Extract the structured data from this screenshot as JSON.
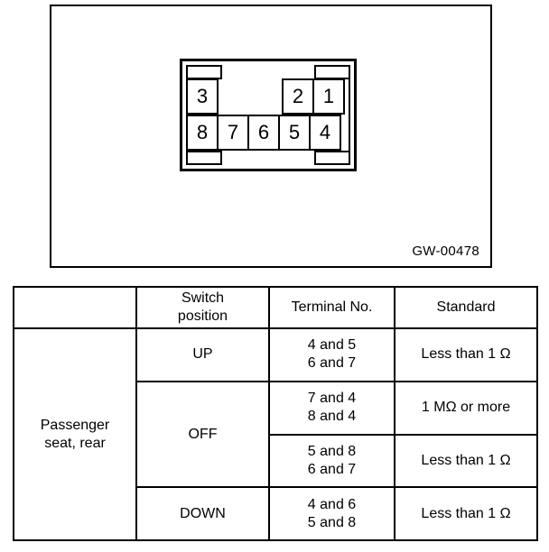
{
  "diagram": {
    "reference_id": "GW-00478",
    "connector": {
      "top_row": [
        "3",
        "",
        "",
        "2",
        "1"
      ],
      "bottom_row": [
        "8",
        "7",
        "6",
        "5",
        "4"
      ]
    }
  },
  "table": {
    "headers": [
      "",
      "Switch\nposition",
      "Terminal No.",
      "Standard"
    ],
    "row_label": "Passenger\nseat, rear",
    "rows": [
      {
        "switch_position": "UP",
        "terminal_no": "4 and 5\n6 and 7",
        "standard": "Less than 1 Ω"
      },
      {
        "switch_position": "OFF",
        "terminal_no": "7 and 4\n8 and 4",
        "standard": "1 MΩ or more"
      },
      {
        "switch_position": "",
        "terminal_no": "5 and 8\n6 and 7",
        "standard": "Less than 1 Ω"
      },
      {
        "switch_position": "DOWN",
        "terminal_no": "4 and 6\n5 and 8",
        "standard": "Less than 1 Ω"
      }
    ]
  },
  "colors": {
    "line": "#000000",
    "background": "#ffffff"
  }
}
